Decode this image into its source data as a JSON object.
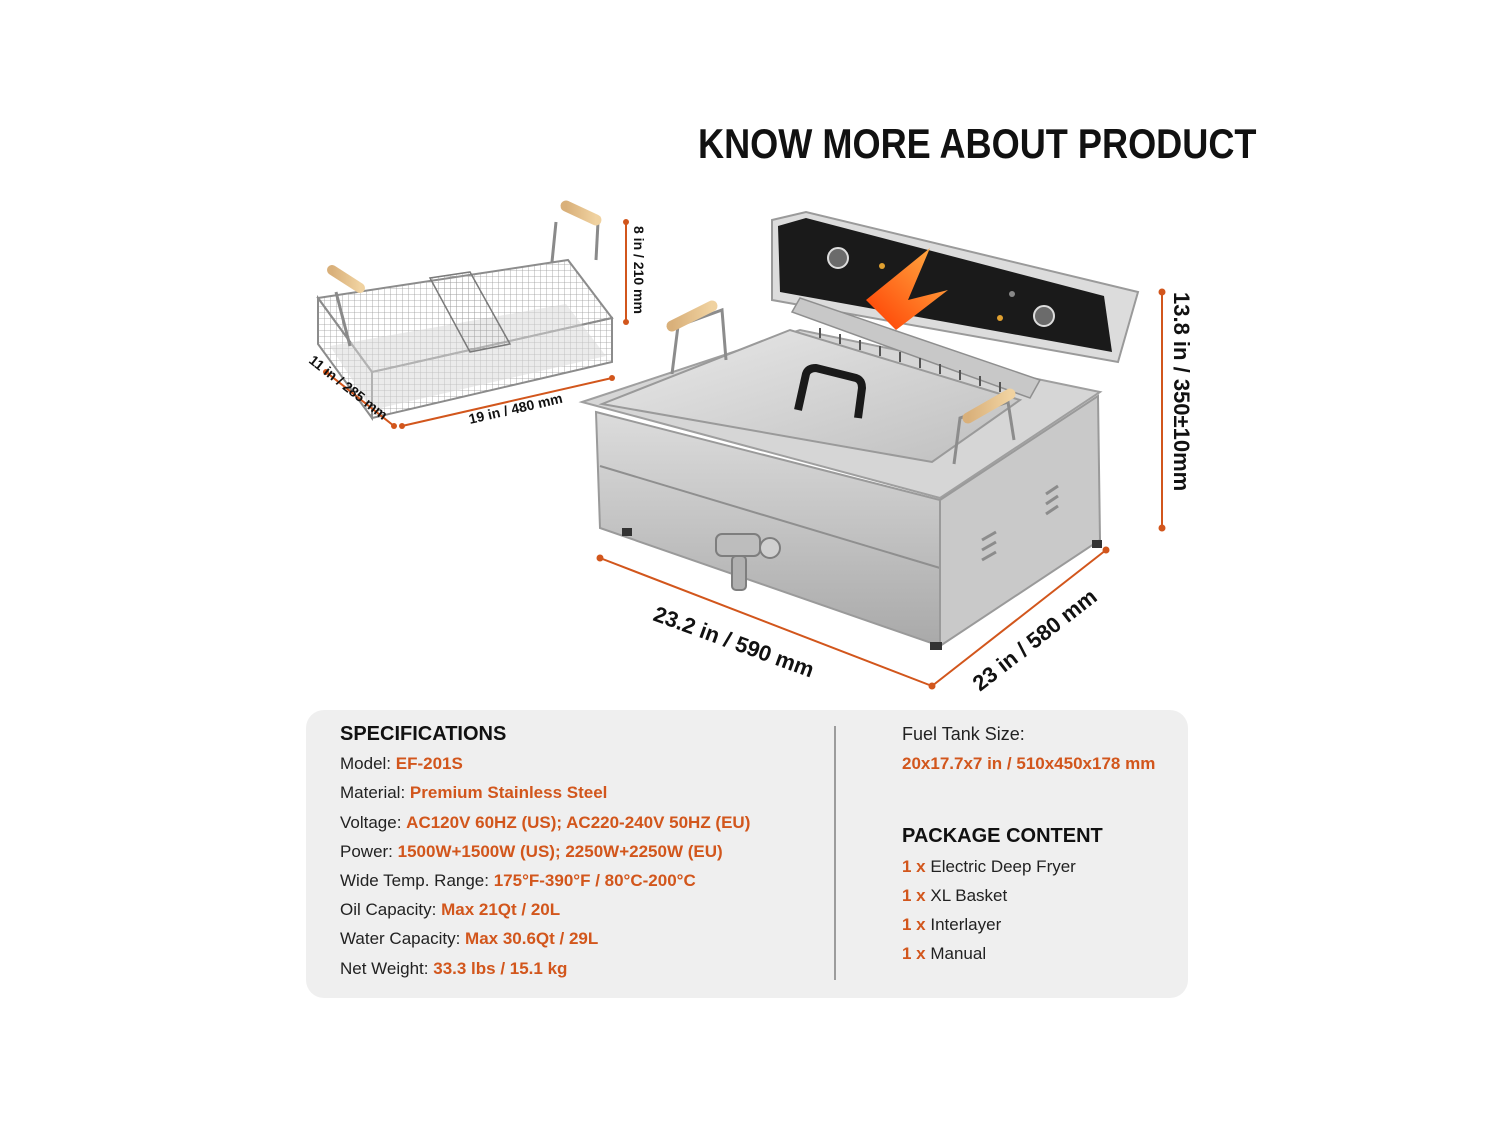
{
  "headline": "KNOW MORE ABOUT PRODUCT",
  "colors": {
    "accent": "#d2561c",
    "text": "#1e1e1e",
    "panel": "#efefef",
    "dimension_line": "#d2561c"
  },
  "dimensions": {
    "basket_height": "8 in / 210 mm",
    "basket_depth": "11 in / 285 mm",
    "basket_length": "19 in / 480 mm",
    "fryer_height": "13.8 in / 350±10mm",
    "fryer_width": "23.2 in / 590 mm",
    "fryer_depth": "23 in / 580 mm"
  },
  "specifications": {
    "heading": "SPECIFICATIONS",
    "rows": [
      {
        "key": "Model: ",
        "value": "EF-201S"
      },
      {
        "key": "Material: ",
        "value": "Premium Stainless Steel"
      },
      {
        "key": "Voltage: ",
        "value": "AC120V 60HZ (US); AC220-240V 50HZ (EU)"
      },
      {
        "key": "Power: ",
        "value": "1500W+1500W (US); 2250W+2250W (EU)"
      },
      {
        "key": "Wide Temp. Range: ",
        "value": "175°F-390°F / 80°C-200°C"
      },
      {
        "key": "Oil Capacity: ",
        "value": "Max 21Qt / 20L"
      },
      {
        "key": "Water Capacity: ",
        "value": "Max 30.6Qt / 29L"
      },
      {
        "key": "Net Weight: ",
        "value": "33.3 lbs / 15.1 kg"
      }
    ]
  },
  "fuel_tank": {
    "label": "Fuel Tank Size:",
    "value": "20x17.7x7 in / 510x450x178 mm"
  },
  "package": {
    "heading": "PACKAGE CONTENT",
    "items": [
      {
        "qty": "1 x",
        "name": " Electric Deep Fryer"
      },
      {
        "qty": "1 x",
        "name": " XL Basket"
      },
      {
        "qty": "1 x",
        "name": " Interlayer"
      },
      {
        "qty": "1 x",
        "name": " Manual"
      }
    ]
  }
}
